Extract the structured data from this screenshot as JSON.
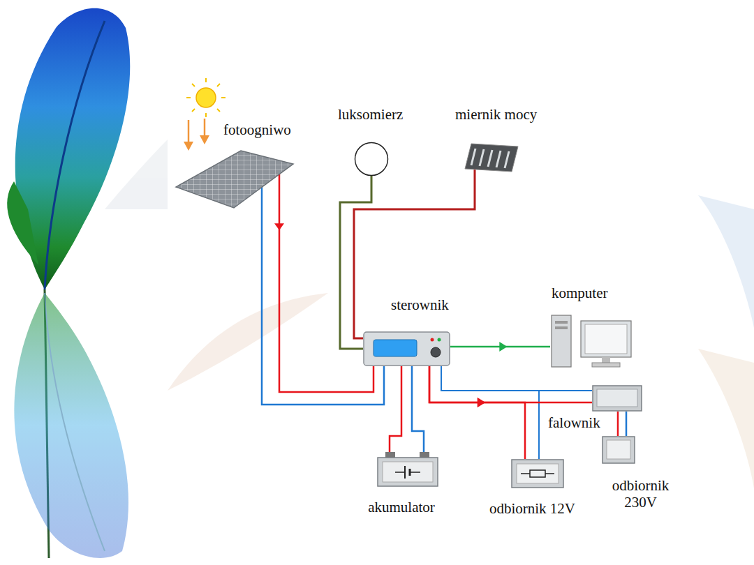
{
  "diagram": {
    "nodes": [
      {
        "text": [
          "fotoogniwo"
        ]
      },
      {
        "text": [
          "luksomierz"
        ]
      },
      {
        "text": [
          "miernik mocy"
        ]
      },
      {
        "text": [
          "komputer"
        ]
      },
      {
        "text": [
          "sterownik"
        ]
      },
      {
        "text": [
          "falownik"
        ]
      },
      {
        "text": [
          "akumulator"
        ]
      },
      {
        "text": [
          "odbiornik 12V"
        ]
      },
      {
        "text": [
          "odbiornik 230V"
        ]
      }
    ],
    "edges": [
      {
        "from": 0,
        "to": 4,
        "arrow": "to"
      },
      {
        "from": 1,
        "to": 4,
        "arrow": "none"
      },
      {
        "from": 2,
        "to": 4,
        "arrow": "none"
      },
      {
        "from": 4,
        "to": 3,
        "arrow": "to"
      },
      {
        "from": 4,
        "to": 6,
        "arrow": "none"
      },
      {
        "from": 4,
        "to": 7,
        "arrow": "to"
      },
      {
        "from": 4,
        "to": 5,
        "arrow": "to"
      },
      {
        "from": 5,
        "to": 8,
        "arrow": "none"
      }
    ]
  }
}
